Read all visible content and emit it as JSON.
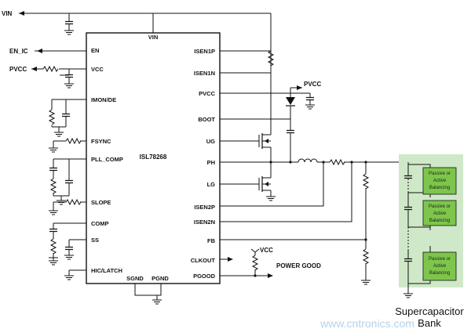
{
  "chip": {
    "name": "ISL78268",
    "vin_pin": "VIN",
    "left_pins": [
      "EN",
      "VCC",
      "IMON/DE",
      "FSYNC",
      "PLL_COMP",
      "SLOPE",
      "COMP",
      "SS",
      "HIC/LATCH"
    ],
    "right_pins": [
      "ISEN1P",
      "ISEN1N",
      "PVCC",
      "BOOT",
      "UG",
      "PH",
      "LG",
      "ISEN2P",
      "ISEN2N",
      "FB",
      "CLKOUT",
      "PGOOD"
    ],
    "bottom_pins": [
      "SGND",
      "PGND"
    ]
  },
  "nets": {
    "vin": "VIN",
    "en_ic": "EN_IC",
    "pvcc_left": "PVCC",
    "pvcc_right": "PVCC",
    "vcc": "VCC",
    "power_good": "POWER GOOD"
  },
  "bank": {
    "balancer_label": [
      "Passive or",
      "Active",
      "Balancing"
    ],
    "title_line1": "Supercapacitor",
    "title_line2": "Bank",
    "fill_color": "#cfe9c8",
    "balancer_color": "#7dc64b"
  },
  "watermark": "www.cntronics.com"
}
